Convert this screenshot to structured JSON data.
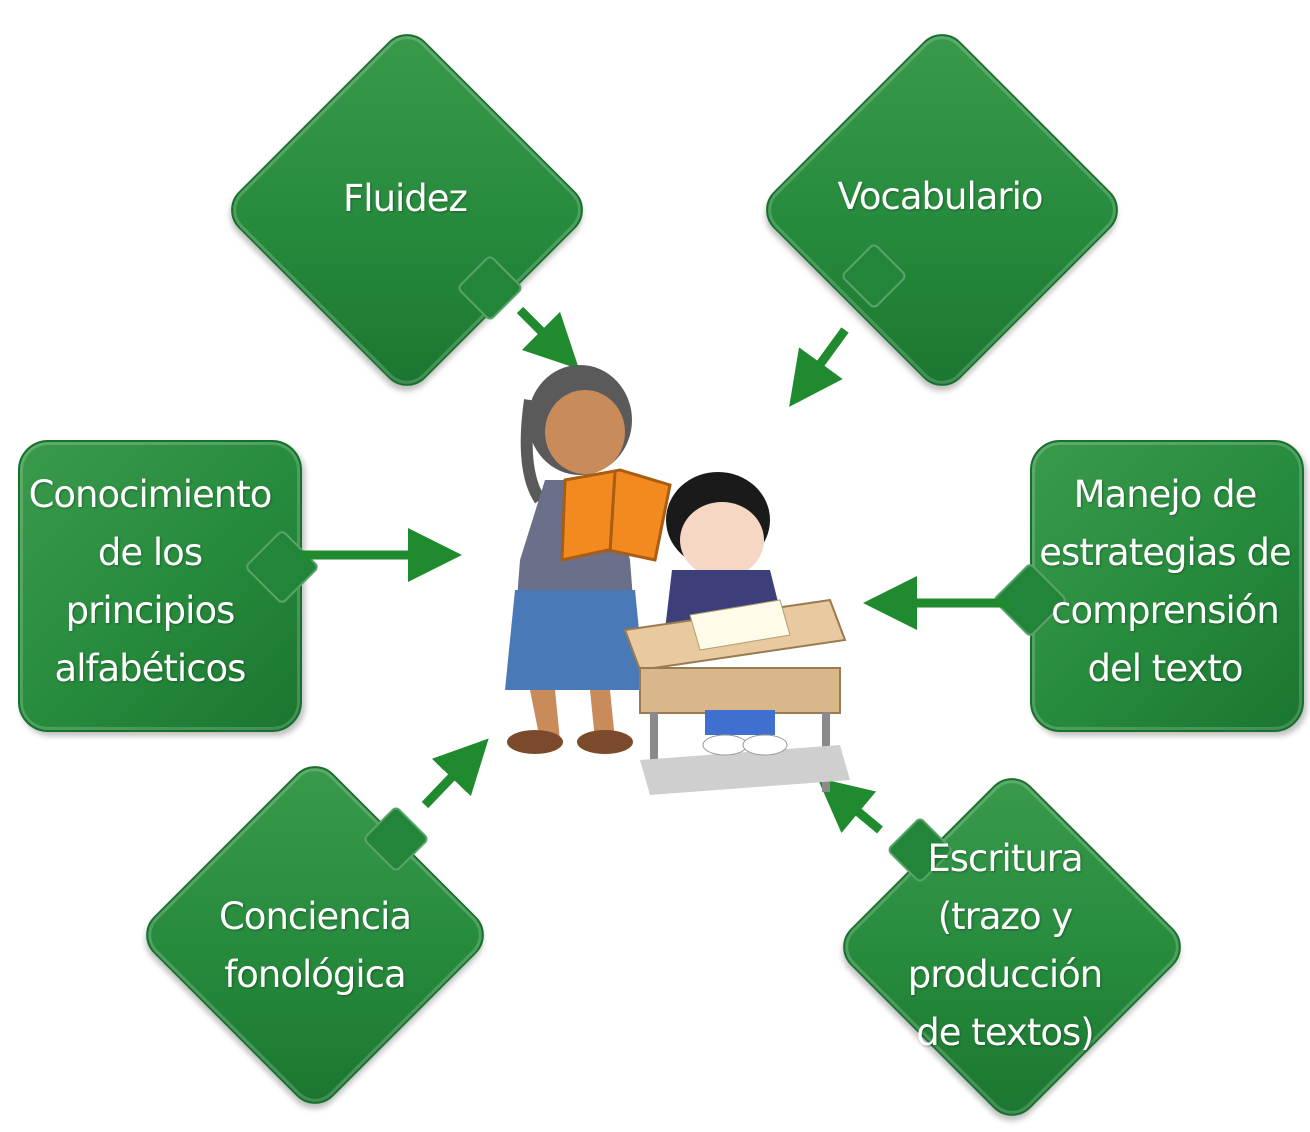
{
  "nodes": {
    "fluidez": {
      "lines": [
        "Fluidez"
      ]
    },
    "vocabulario": {
      "lines": [
        "Vocabulario"
      ]
    },
    "conocimiento": {
      "lines": [
        "Conocimiento",
        "de los",
        "principios",
        "alfabéticos"
      ]
    },
    "manejo": {
      "lines": [
        "Manejo de",
        "estrategias de",
        "comprensión",
        "del texto"
      ]
    },
    "conciencia": {
      "lines": [
        "Conciencia",
        "fonológica"
      ]
    },
    "escritura": {
      "lines": [
        "Escritura",
        "(trazo y",
        "producción",
        "de textos)"
      ]
    }
  },
  "center_image": {
    "icon": "children-reading-illustration"
  },
  "colors": {
    "box_green": "#268a3c",
    "arrow_green": "#1f8a2e",
    "text": "#ffffff"
  }
}
